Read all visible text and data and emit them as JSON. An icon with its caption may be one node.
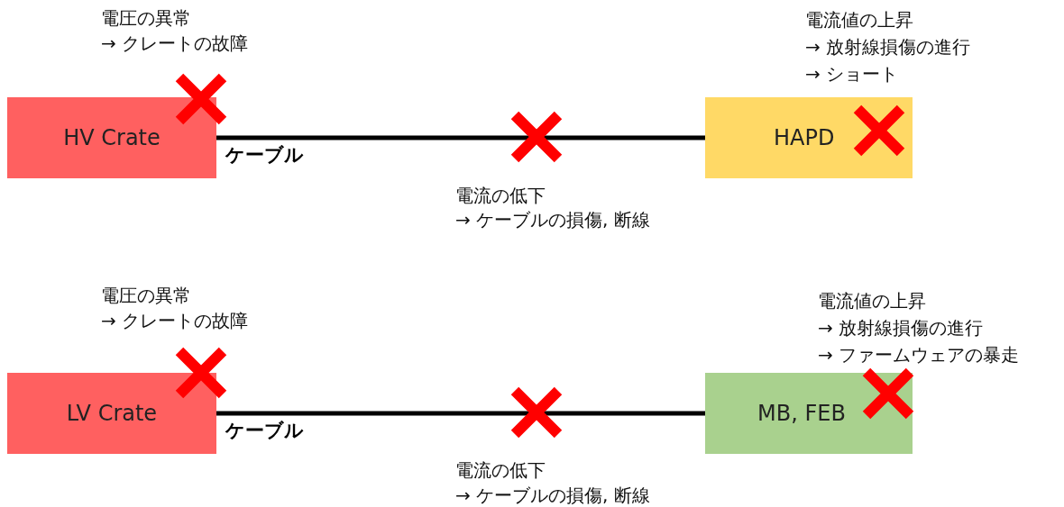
{
  "diagram": {
    "nodes": [
      {
        "text": [
          "HV Crate"
        ]
      },
      {
        "text": [
          "HAPD"
        ]
      },
      {
        "text": [
          "LV Crate"
        ]
      },
      {
        "text": [
          "MB, FEB"
        ]
      }
    ],
    "edges": [
      {
        "from": 0,
        "to": 1,
        "arrow": "none",
        "label": "ケーブル"
      },
      {
        "from": 2,
        "to": 3,
        "arrow": "none",
        "label": "ケーブル"
      }
    ],
    "labels": [
      "電圧の異常",
      "→ クレートの故障",
      "電流値の上昇",
      "→ 放射線損傷の進行",
      "→ ショート",
      "電流の低下",
      "→ ケーブルの損傷, 断線",
      "電圧の異常",
      "→ クレートの故障",
      "電流値の上昇",
      "→ 放射線損傷の進行",
      "→ ファームウェアの暴走",
      "電流の低下",
      "→ ケーブルの損傷, 断線"
    ]
  }
}
